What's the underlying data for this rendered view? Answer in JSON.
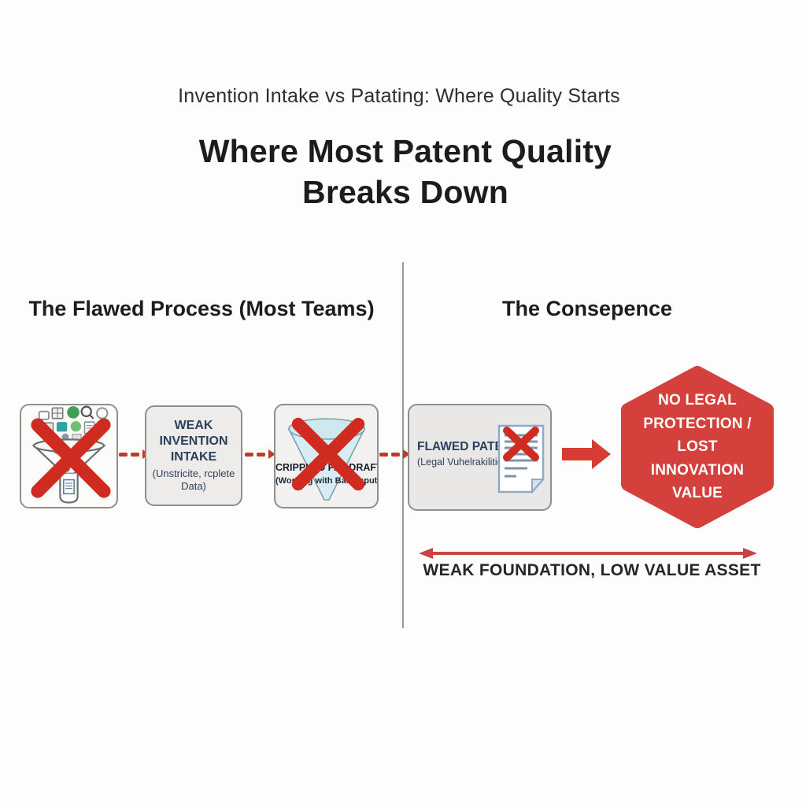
{
  "header": {
    "subtitle": "Invention Intake vs Patating: Where Quality Starts",
    "title_line1": "Where Most Patent Quality",
    "title_line2": "Breaks Down"
  },
  "sections": {
    "left_title": "The Flawed Process (Most Teams)",
    "right_title": "The Consepence"
  },
  "flow": {
    "intake_box": {
      "icon": "cluttered-invention-intake-funnel",
      "crossed_out": true
    },
    "weak_intake_box": {
      "title_lines": [
        "WEAK",
        "INVENTION",
        "INTAKE"
      ],
      "subtitle": "(Unstricite, rcplete Data)"
    },
    "drafting_box": {
      "title": "CRIPPLED PAT DRAFTING",
      "subtitle": "(Working with Bad Imputs)",
      "icon": "funnel-cone",
      "crossed_out": true
    },
    "flawed_patent_box": {
      "title": "FLAWED PATENT",
      "subtitle": "(Legal Vuhelrakilities)",
      "icon": "crossed-document"
    },
    "consequence_hexagon": {
      "lines": [
        "NO LEGAL",
        "PROTECTION / LOST",
        "INNOVATION VALUE"
      ]
    },
    "bottom_caption": "WEAK FOUNDATION, LOW VALUE ASSET"
  },
  "colors": {
    "cross_red": "#cf2b21",
    "dashed_arrow_red": "#c0392b",
    "solid_arrow_red": "#d63c33",
    "hexagon_red": "#d4403c",
    "bottom_arrow_red": "#c64441",
    "navy_text": "#2b3f5c",
    "box_border_gray": "#8f8f8f"
  }
}
